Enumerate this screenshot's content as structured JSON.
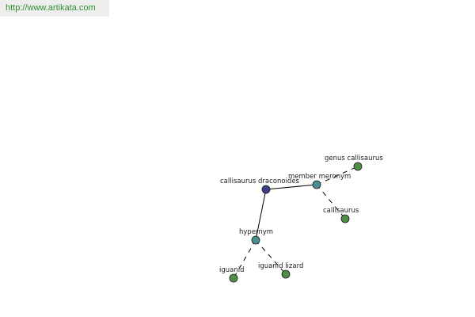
{
  "source": {
    "url_text": "http://www.artikata.com"
  },
  "nodes": [
    {
      "id": "center",
      "label": "callisaurus draconoides",
      "color": "#3a3f86"
    },
    {
      "id": "member",
      "label": "member meronym",
      "color": "#4a8f8f"
    },
    {
      "id": "genus",
      "label": "genus callisaurus",
      "color": "#4f8f45"
    },
    {
      "id": "callisaurus",
      "label": "callisaurus",
      "color": "#4f8f45"
    },
    {
      "id": "hypernym",
      "label": "hypernym",
      "color": "#4a8f8f"
    },
    {
      "id": "iguanid",
      "label": "iguanid",
      "color": "#4f8f45"
    },
    {
      "id": "iguanid-lizard",
      "label": "iguanid lizard",
      "color": "#4f8f45"
    }
  ],
  "edges": [
    {
      "from": "center",
      "to": "member",
      "style": "solid"
    },
    {
      "from": "center",
      "to": "hypernym",
      "style": "solid"
    },
    {
      "from": "member",
      "to": "genus",
      "style": "dashed"
    },
    {
      "from": "member",
      "to": "callisaurus",
      "style": "dashed"
    },
    {
      "from": "hypernym",
      "to": "iguanid",
      "style": "dashed"
    },
    {
      "from": "hypernym",
      "to": "iguanid-lizard",
      "style": "dashed"
    }
  ]
}
